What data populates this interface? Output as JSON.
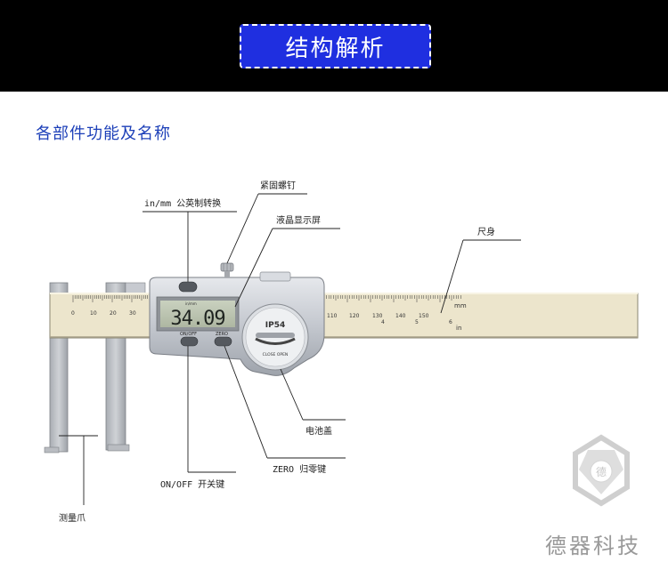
{
  "header": {
    "title": "结构解析"
  },
  "section": {
    "heading": "各部件功能及名称"
  },
  "callouts": {
    "unit_switch": "in/mm 公英制转换",
    "lock_screw": "紧固螺钉",
    "lcd_screen": "液晶显示屏",
    "ruler_body": "尺身",
    "battery_cover": "电池盖",
    "zero_key": "ZERO 归零键",
    "power_key": "ON/OFF 开关键",
    "jaws": "测量爪"
  },
  "caliper": {
    "display_value": "34.09",
    "display_unit": "in/mm",
    "rating": "IP54",
    "cover_text": "CLOSE  OPEN",
    "onoff_label": "ON/OFF",
    "zero_label": "ZERO",
    "scale_unit_mm": "mm",
    "scale_unit_in": "in",
    "left_scale": [
      "0",
      "10",
      "20",
      "30"
    ],
    "right_scale": [
      "110",
      "120",
      "130",
      "140",
      "150"
    ],
    "inch_marks": [
      "4",
      "5",
      "6"
    ]
  },
  "brand": {
    "name": "德器科技"
  },
  "colors": {
    "title_bg": "#1f2fe0",
    "heading": "#1c3fb8",
    "ruler": "#ece5cc",
    "body": "#c8ccd4"
  }
}
